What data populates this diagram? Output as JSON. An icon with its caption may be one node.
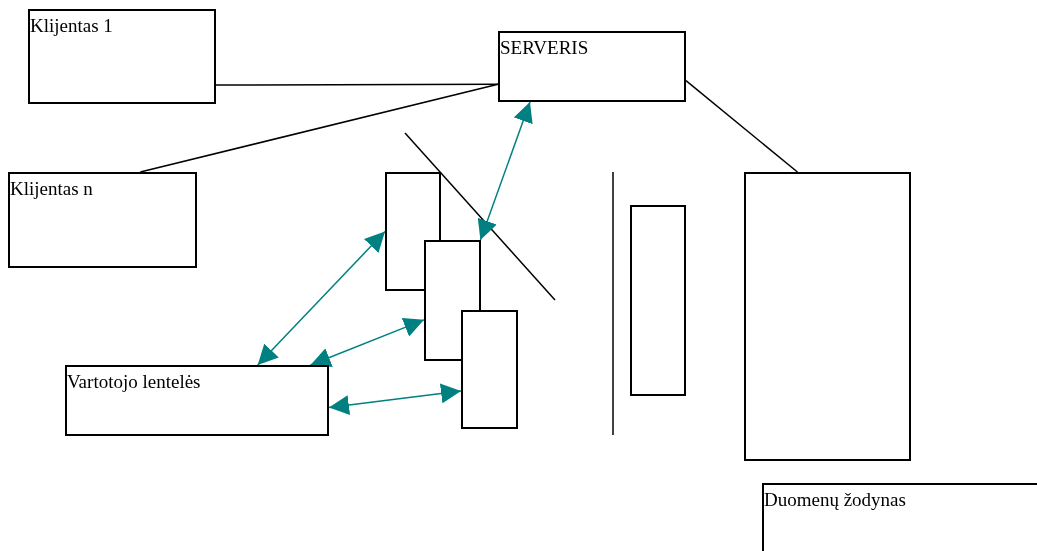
{
  "diagram": {
    "nodes": [
      {
        "text": [
          "Klijentas 1"
        ]
      },
      {
        "text": [
          "SERVERIS"
        ]
      },
      {
        "text": [
          "Klijentas n"
        ]
      },
      {
        "text": [],
        "shape": "box"
      },
      {
        "text": [],
        "shape": "box"
      },
      {
        "text": [],
        "shape": "box"
      },
      {
        "text": [],
        "shape": "box"
      },
      {
        "text": [],
        "shape": "box"
      },
      {
        "text": [
          "Vartotojo lentelės"
        ]
      },
      {
        "text": [
          "Duomenų žodynas"
        ]
      }
    ],
    "edges": [
      {
        "from": 0,
        "to": 1,
        "arrow": "none",
        "color": "#000000"
      },
      {
        "from": 2,
        "to": 1,
        "arrow": "none",
        "color": "#000000"
      },
      {
        "from": 1,
        "to": 7,
        "arrow": "none",
        "color": "#000000"
      },
      {
        "from": 1,
        "to": 4,
        "arrow": "both",
        "color": "#008080"
      },
      {
        "from": 8,
        "to": 3,
        "arrow": "both",
        "color": "#008080"
      },
      {
        "from": 8,
        "to": 4,
        "arrow": "both",
        "color": "#008080"
      },
      {
        "from": 8,
        "to": 5,
        "arrow": "both",
        "color": "#008080"
      }
    ]
  }
}
